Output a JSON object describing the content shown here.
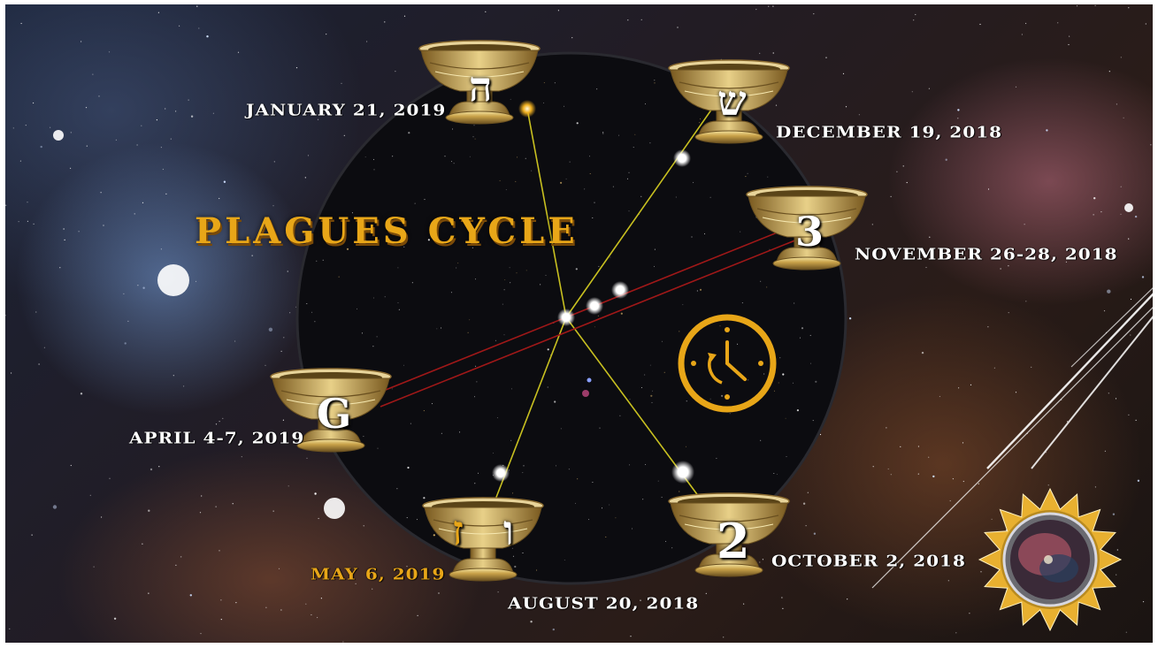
{
  "title": "Plagues Cycle",
  "bowls": [
    {
      "id": "bowl-2",
      "numeral": "2",
      "date": "October 2, 2018"
    },
    {
      "id": "bowl-3",
      "numeral": "3",
      "date": "November 26-28, 2018"
    },
    {
      "id": "bowl-4",
      "numeral": "ש",
      "date": "December 19, 2018"
    },
    {
      "id": "bowl-5",
      "numeral": "ה",
      "date": "January 21, 2019"
    },
    {
      "id": "bowl-6",
      "numeral": "G",
      "date": "April 4-7, 2019"
    },
    {
      "id": "bowl-7",
      "numeral_left": "ז",
      "numeral_right": "ו",
      "date_primary": "August 20, 2018",
      "date_secondary": "May 6, 2019"
    }
  ],
  "icons": [
    "clock-icon",
    "sun-medallion-icon"
  ],
  "colors": {
    "gold": "#e8a618",
    "lines_yellow": "#c8c020",
    "lines_red": "#a01818",
    "text": "#ffffff"
  }
}
